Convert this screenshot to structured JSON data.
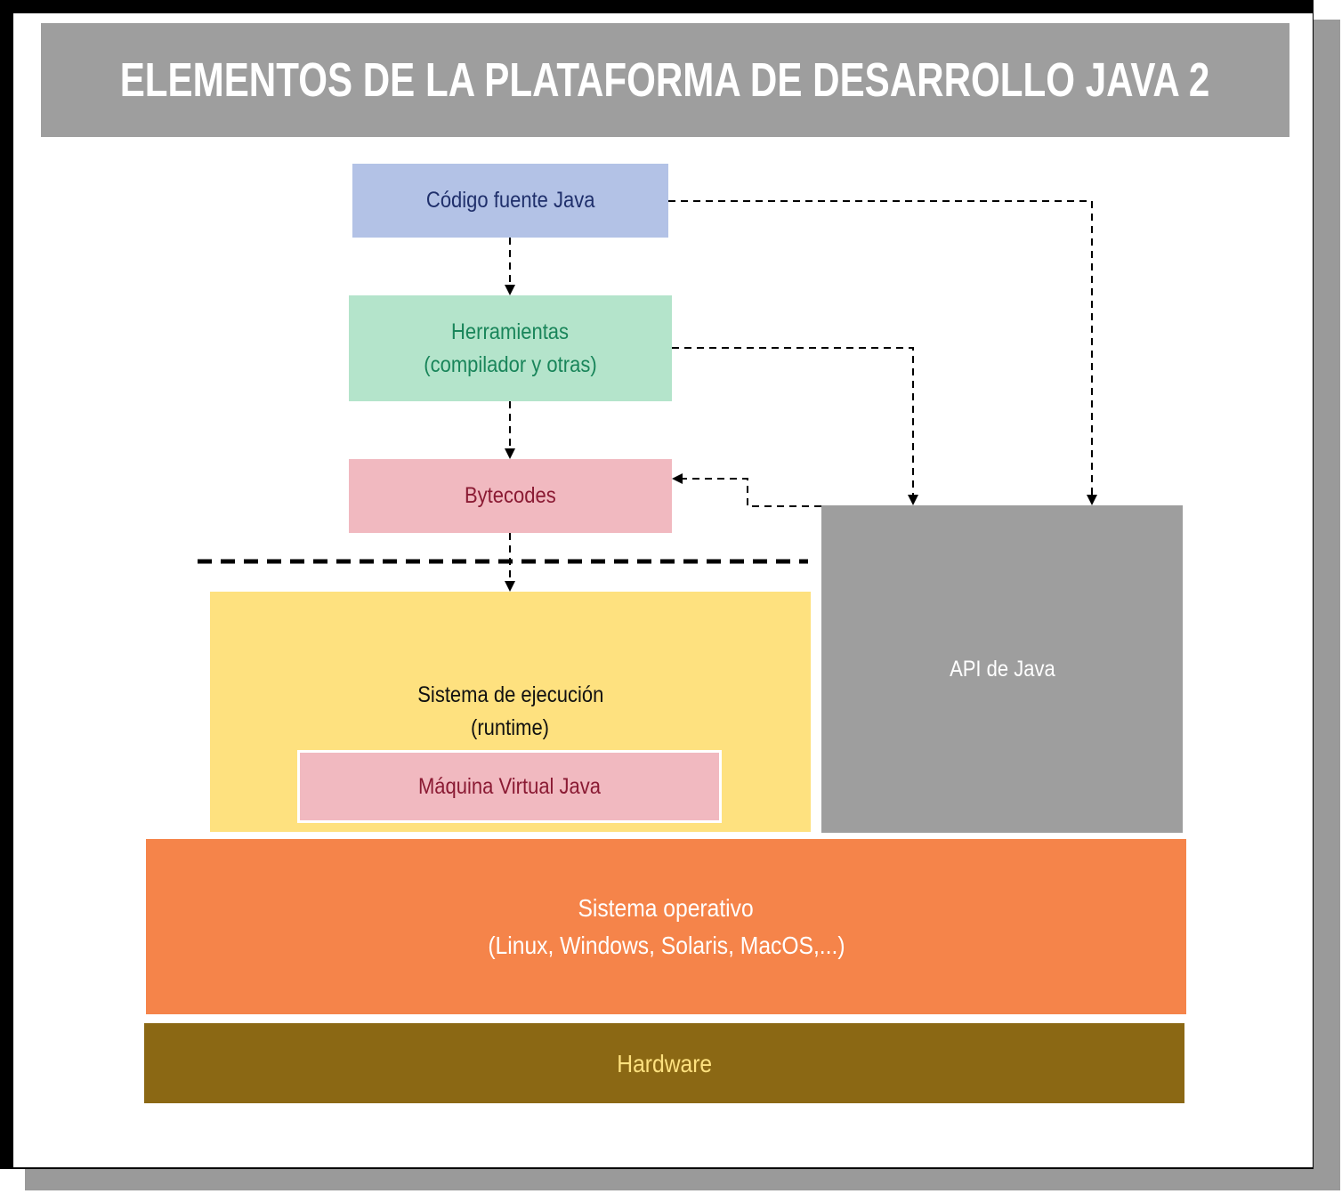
{
  "title": "ELEMENTOS DE LA PLATAFORMA DE DESARROLLO JAVA 2",
  "nodes": {
    "source": {
      "label": "Código fuente Java"
    },
    "tools": {
      "line1": "Herramientas",
      "line2": "(compilador y otras)"
    },
    "bytecodes": {
      "label": "Bytecodes"
    },
    "runtime": {
      "line1": "Sistema de ejecución",
      "line2": "(runtime)"
    },
    "jvm": {
      "label": "Máquina Virtual Java"
    },
    "api": {
      "label": "API de Java"
    },
    "os": {
      "line1": "Sistema operativo",
      "line2": "(Linux, Windows, Solaris, MacOS,...)"
    },
    "hardware": {
      "label": "Hardware"
    }
  },
  "colors": {
    "title_bar": "#9e9e9e",
    "source": "#b3c2e6",
    "tools": "#b4e4cb",
    "bytecodes": "#f1b9c0",
    "runtime": "#fee17f",
    "jvm": "#f1b9c0",
    "api": "#9e9e9e",
    "os": "#f5844a",
    "hardware": "#8b6814"
  }
}
